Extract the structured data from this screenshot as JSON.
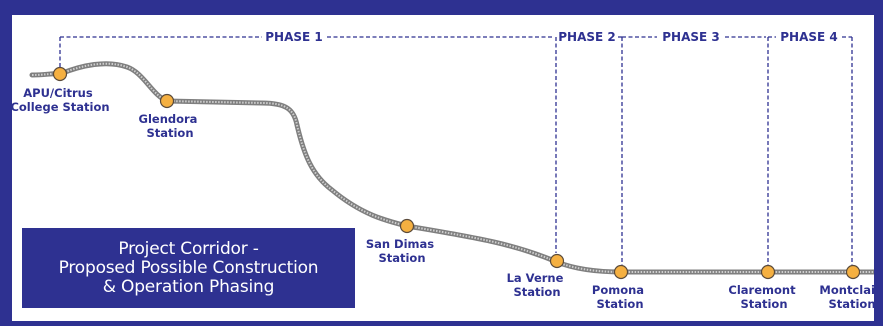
{
  "phases": [
    {
      "label": "PHASE 1"
    },
    {
      "label": "PHASE 2"
    },
    {
      "label": "PHASE 3"
    },
    {
      "label": "PHASE 4"
    }
  ],
  "stations": [
    {
      "lines": [
        "APU/Citrus",
        "College Station"
      ]
    },
    {
      "lines": [
        "Glendora",
        "Station"
      ]
    },
    {
      "lines": [
        "San Dimas",
        "Station"
      ]
    },
    {
      "lines": [
        "La Verne",
        "Station"
      ]
    },
    {
      "lines": [
        "Pomona",
        "Station"
      ]
    },
    {
      "lines": [
        "Claremont",
        "Station"
      ]
    },
    {
      "lines": [
        "Montclair",
        "Station"
      ]
    }
  ],
  "title": {
    "line1": "Project Corridor -",
    "line2": "Proposed Possible Construction",
    "line3": "& Operation Phasing"
  },
  "colors": {
    "background": "#2e3191",
    "text": "#2e3191",
    "station_fill": "#f5b041",
    "track": "#8c8c8c"
  }
}
